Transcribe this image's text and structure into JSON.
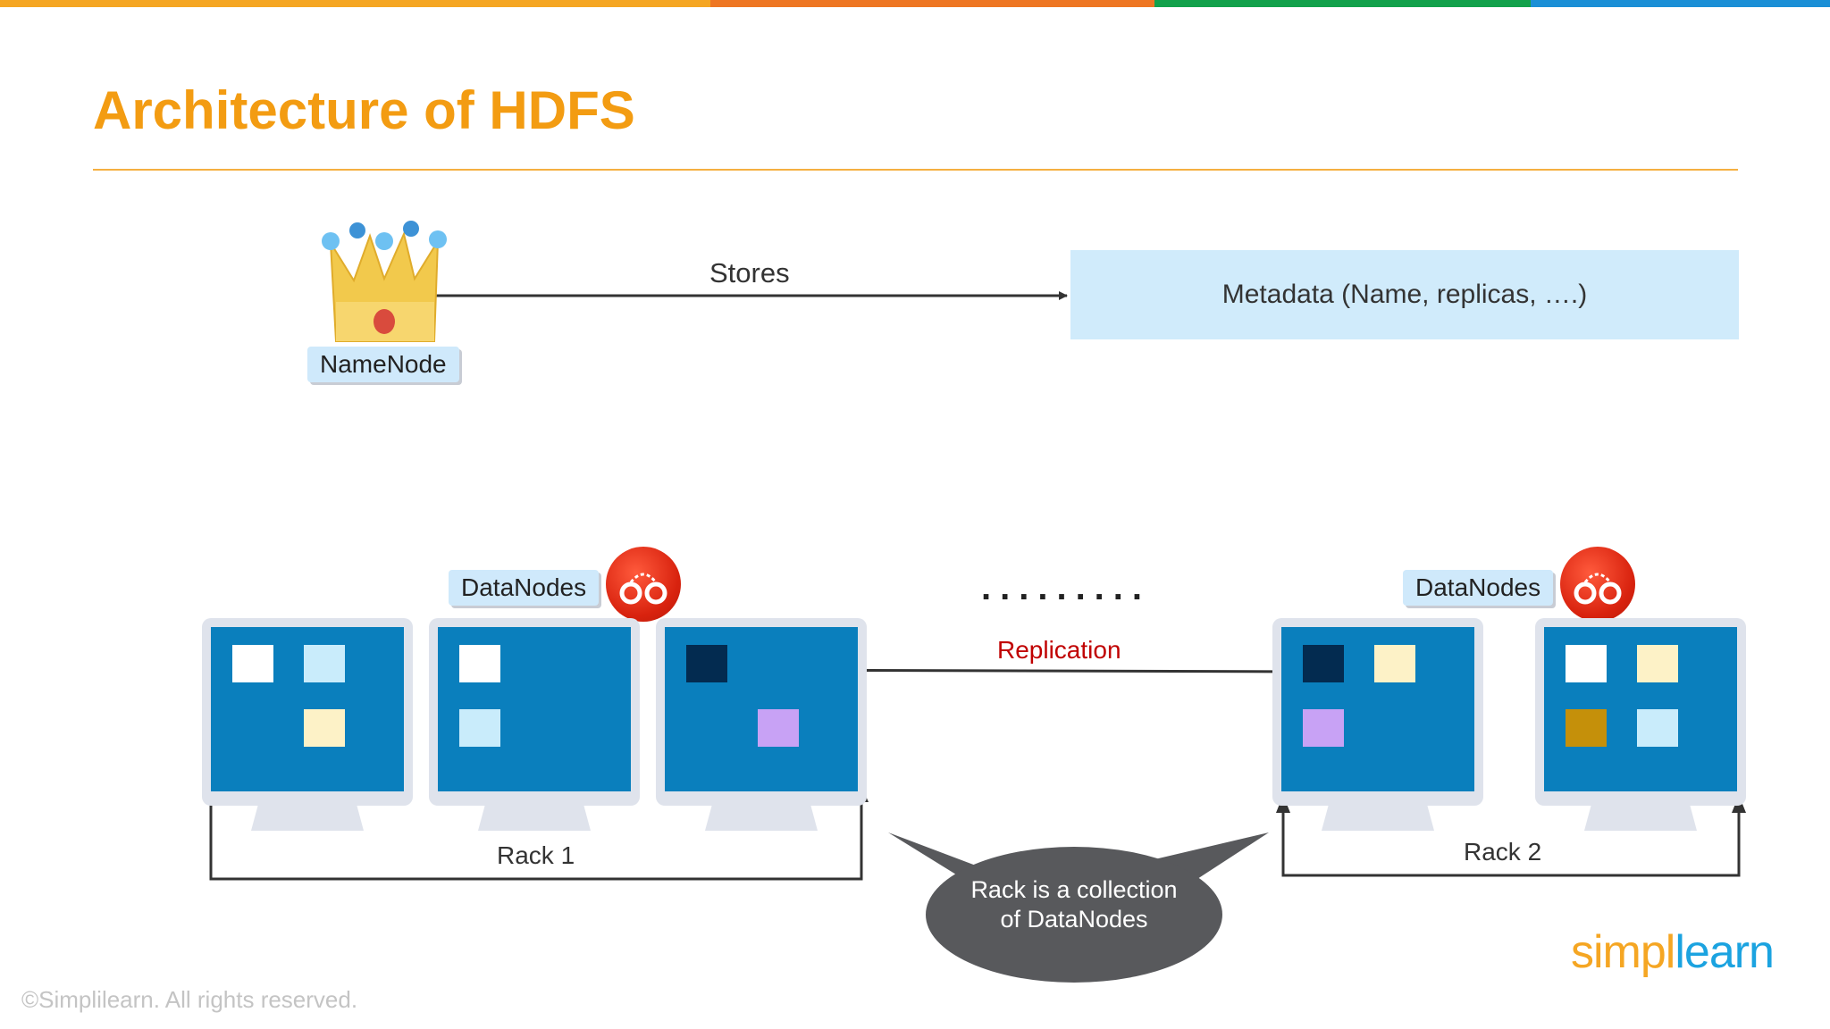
{
  "slide": {
    "title": "Architecture of HDFS",
    "topbar_colors": [
      "#F5A623",
      "#EE7623",
      "#12A14B",
      "#1A8FD6"
    ]
  },
  "namenode": {
    "label": "NameNode",
    "icon": "crown-icon"
  },
  "stores_label": "Stores",
  "metadata_box": {
    "text": "Metadata (Name, replicas, ….)",
    "fill": "#d0ebfb"
  },
  "rack1": {
    "label": "Rack 1",
    "datanodes_label": "DataNodes",
    "badge_icon": "handcuffs-icon",
    "monitors": [
      {
        "blocks": [
          {
            "slot": "top-left",
            "color": "#ffffff"
          },
          {
            "slot": "top-right",
            "color": "#c9ecfb"
          },
          {
            "slot": "bottom-right",
            "color": "#fdf2c7"
          }
        ]
      },
      {
        "blocks": [
          {
            "slot": "top-left",
            "color": "#ffffff"
          },
          {
            "slot": "bottom-left",
            "color": "#c9ecfb"
          }
        ]
      },
      {
        "blocks": [
          {
            "slot": "top-left",
            "color": "#032b50"
          },
          {
            "slot": "bottom-right",
            "color": "#c8a2f5"
          }
        ]
      }
    ]
  },
  "rack2": {
    "label": "Rack 2",
    "datanodes_label": "DataNodes",
    "badge_icon": "handcuffs-icon",
    "monitors": [
      {
        "blocks": [
          {
            "slot": "top-left",
            "color": "#032b50"
          },
          {
            "slot": "top-right",
            "color": "#fdf2c7"
          },
          {
            "slot": "bottom-left",
            "color": "#c8a2f5"
          }
        ]
      },
      {
        "blocks": [
          {
            "slot": "top-left",
            "color": "#ffffff"
          },
          {
            "slot": "top-right",
            "color": "#fdf2c7"
          },
          {
            "slot": "bottom-left",
            "color": "#c5900a"
          },
          {
            "slot": "bottom-right",
            "color": "#c9ecfb"
          }
        ]
      }
    ]
  },
  "ellipsis": ".........",
  "replication_label": "Replication",
  "callout": {
    "line1": "Rack is a collection",
    "line2": "of DataNodes",
    "fill": "#58595c"
  },
  "footer": {
    "copyright": "©Simplilearn. All rights reserved.",
    "logo_part1": "simpl",
    "logo_part2": "learn"
  },
  "colors": {
    "title": "#F39C12",
    "screen": "#0a7fbd",
    "replication": "#c00000"
  }
}
